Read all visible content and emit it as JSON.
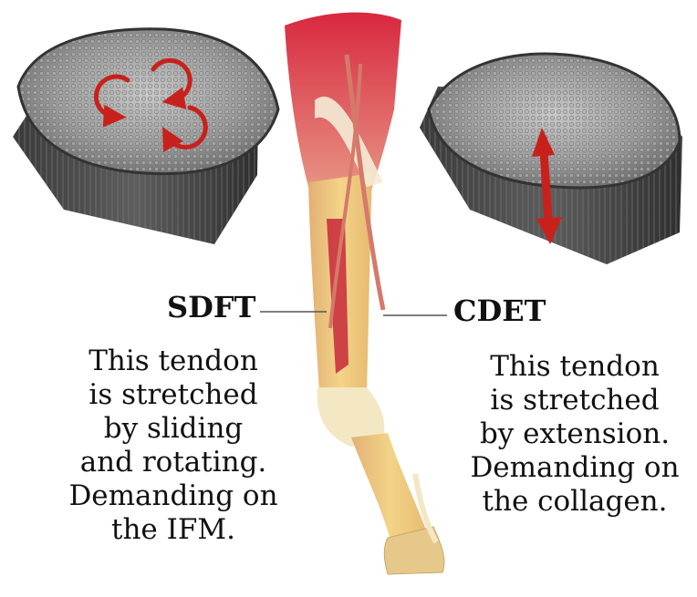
{
  "labels": {
    "left": "SDFT",
    "right": "CDET"
  },
  "descriptions": {
    "left": [
      "This tendon",
      "is stretched",
      "by sliding",
      "and rotating.",
      "Demanding on",
      "the IFM."
    ],
    "right": [
      "This tendon",
      "is stretched",
      "by extension.",
      "Demanding on",
      "the collagen."
    ]
  },
  "colors": {
    "arrow_red": "#c8211b",
    "muscle_red": "#c8283a",
    "tendon_yellow": "#f0cf6e",
    "bone_cream": "#f4e7c4",
    "tissue_gray": "#5a5a5a"
  },
  "icons": {
    "left_section": "rotation-arrows-icon",
    "right_section": "double-headed-arrow-icon"
  }
}
